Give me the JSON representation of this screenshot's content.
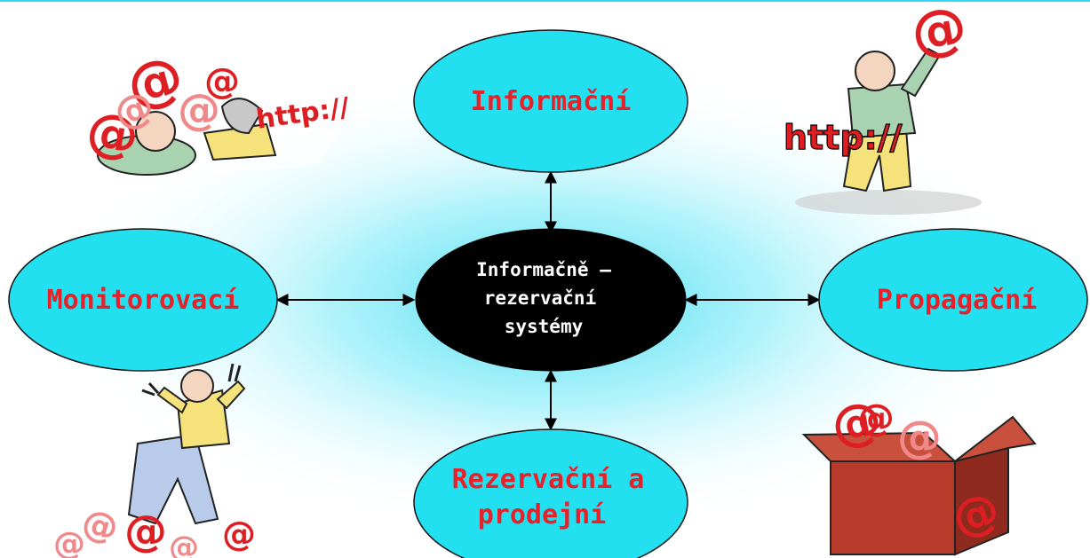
{
  "diagram": {
    "center": {
      "lines": [
        "Informačně –",
        "rezervační",
        "systémy"
      ]
    },
    "nodes": {
      "top": {
        "lines": [
          "Informační"
        ]
      },
      "left": {
        "lines": [
          "Monitorovací"
        ]
      },
      "right": {
        "lines": [
          "Propagační"
        ]
      },
      "bottom": {
        "lines": [
          "Rezervační a",
          "prodejní"
        ]
      }
    },
    "clipart": {
      "top_left_text": "http://",
      "top_right_text": "http://",
      "at_symbol": "@"
    }
  },
  "colors": {
    "node_fill": "#22e0ef",
    "node_text": "#e8202a",
    "center_fill": "#000000",
    "center_text": "#ffffff",
    "glow": "#7fe8f6",
    "clipart_red": "#dd1f24",
    "clipart_pink": "#f08a8a",
    "clipart_green": "#a9d3b0",
    "clipart_yellow": "#f5e27a",
    "clipart_blue": "#b9cbea",
    "clipart_skin": "#f3d5c0",
    "box_brown": "#b83a2a"
  }
}
